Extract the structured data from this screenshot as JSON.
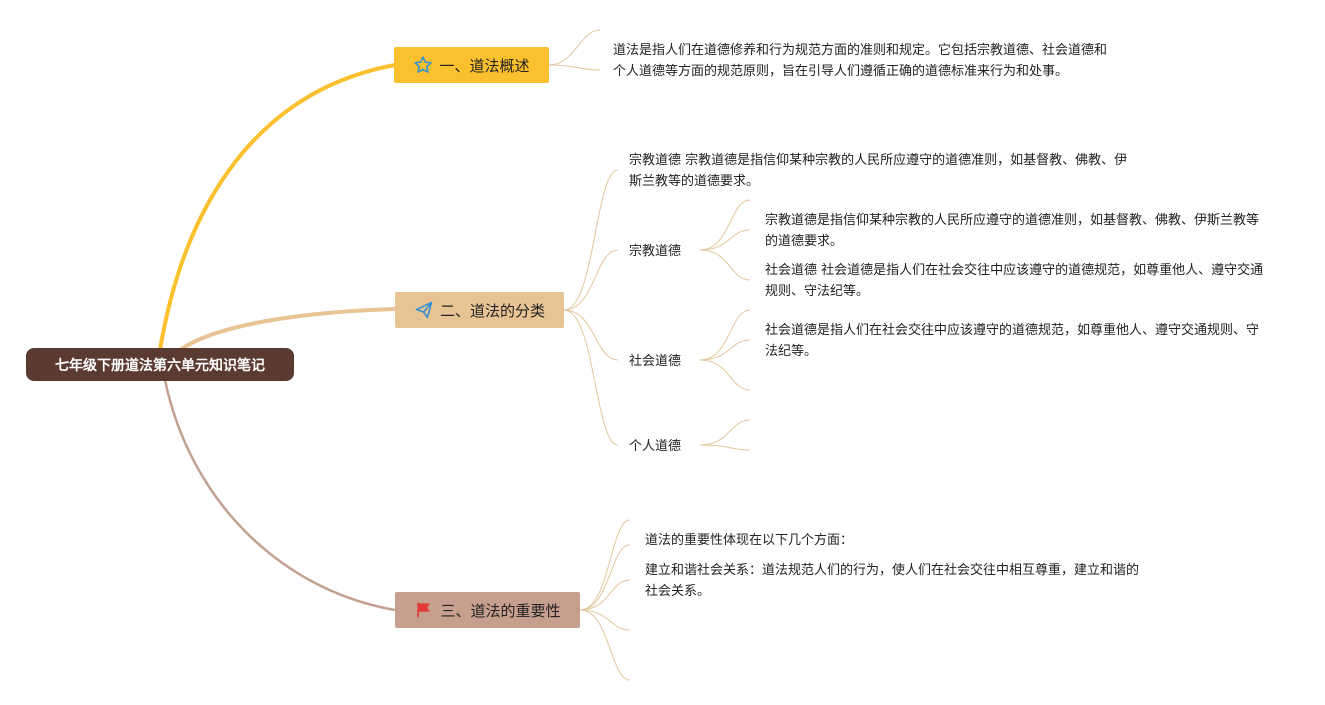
{
  "colors": {
    "root_bg": "#5b3a31",
    "topic1": "#fbc02d",
    "topic2": "#e8c393",
    "topic3": "#c79f8e",
    "link1": "#fbc02d",
    "link2": "#e8c393",
    "link3": "#c4a091",
    "thin_link": "#e3c69e"
  },
  "root": {
    "label": "七年级下册道法第六单元知识笔记"
  },
  "topics": [
    {
      "label": "一、道法概述",
      "icon": "star-icon"
    },
    {
      "label": "二、道法的分类",
      "icon": "paper-plane-icon"
    },
    {
      "label": "三、道法的重要性",
      "icon": "red-flag-icon"
    }
  ],
  "overview": {
    "text": "道法是指人们在道德修养和行为规范方面的准则和规定。它包括宗教道德、社会道德和个人道德等方面的规范原则，旨在引导人们遵循正确的道德标准来行为和处事。"
  },
  "classification": {
    "note": "宗教道德 宗教道德是指信仰某种宗教的人民所应遵守的道德准则，如基督教、佛教、伊斯兰教等的道德要求。",
    "religious": {
      "label": "宗教道德",
      "detail": "宗教道德是指信仰某种宗教的人民所应遵守的道德准则，如基督教、佛教、伊斯兰教等的道德要求。",
      "detail2": "社会道德 社会道德是指人们在社会交往中应该遵守的道德规范，如尊重他人、遵守交通规则、守法纪等。"
    },
    "social": {
      "label": "社会道德",
      "detail": "社会道德是指人们在社会交往中应该遵守的道德规范，如尊重他人、遵守交通规则、守法纪等。"
    },
    "personal": {
      "label": "个人道德"
    }
  },
  "importance": {
    "intro": "道法的重要性体现在以下几个方面：",
    "item1": "建立和谐社会关系：道法规范人们的行为，使人们在社会交往中相互尊重，建立和谐的社会关系。"
  }
}
